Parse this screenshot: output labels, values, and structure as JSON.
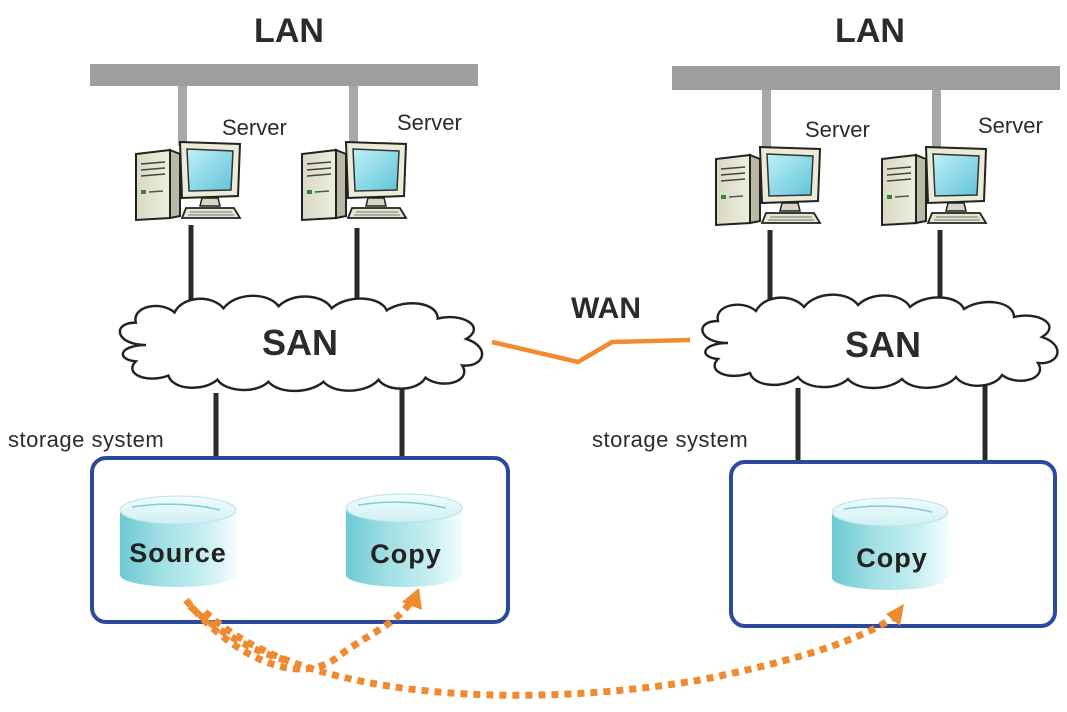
{
  "left_site": {
    "lan_label": "LAN",
    "servers": [
      "Server",
      "Server"
    ],
    "san_label": "SAN",
    "storage_label": "storage system",
    "disks": [
      "Source",
      "Copy"
    ]
  },
  "right_site": {
    "lan_label": "LAN",
    "servers": [
      "Server",
      "Server"
    ],
    "san_label": "SAN",
    "storage_label": "storage system",
    "disks": [
      "Copy"
    ]
  },
  "wan_label": "WAN",
  "colors": {
    "lan_bar": "#9e9e9e",
    "lan_drop": "#a8a8a8",
    "cable": "#2a2a2a",
    "storage_border": "#2b4a9a",
    "wan_link": "#f28a30",
    "replication_arrow": "#f08a30",
    "disk_top": "#d9f3f5",
    "disk_body": "#7fd3da"
  },
  "icons": {
    "server": "desktop-computer-icon",
    "network": "cloud-icon",
    "disk": "cylinder-disk-icon"
  }
}
